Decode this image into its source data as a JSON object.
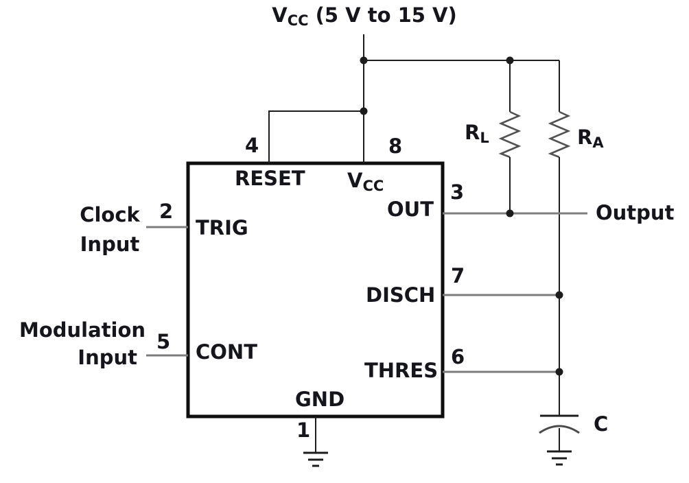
{
  "supply": {
    "main": "V",
    "sub": "CC",
    "suffix": " (5 V to 15 V)"
  },
  "inputs": {
    "clock": {
      "line1": "Clock",
      "line2": "Input"
    },
    "modulation": {
      "line1": "Modulation",
      "line2": "Input"
    }
  },
  "output_label": "Output",
  "components": {
    "rl": {
      "main": "R",
      "sub": "L"
    },
    "ra": {
      "main": "R",
      "sub": "A"
    },
    "cap": "C"
  },
  "ic": {
    "pins": {
      "reset": {
        "label": "RESET",
        "number": "4"
      },
      "vcc": {
        "label_main": "V",
        "label_sub": "CC",
        "number": "8"
      },
      "trig": {
        "label": "TRIG",
        "number": "2"
      },
      "out": {
        "label": "OUT",
        "number": "3"
      },
      "disch": {
        "label": "DISCH",
        "number": "7"
      },
      "thres": {
        "label": "THRES",
        "number": "6"
      },
      "cont": {
        "label": "CONT",
        "number": "5"
      },
      "gnd": {
        "label": "GND",
        "number": "1"
      }
    }
  },
  "colors": {
    "wire": "#1c1c1c",
    "stub": "#7d7d7d",
    "text": "#15151c",
    "zigzag": "#525252",
    "background": "#ffffff"
  }
}
